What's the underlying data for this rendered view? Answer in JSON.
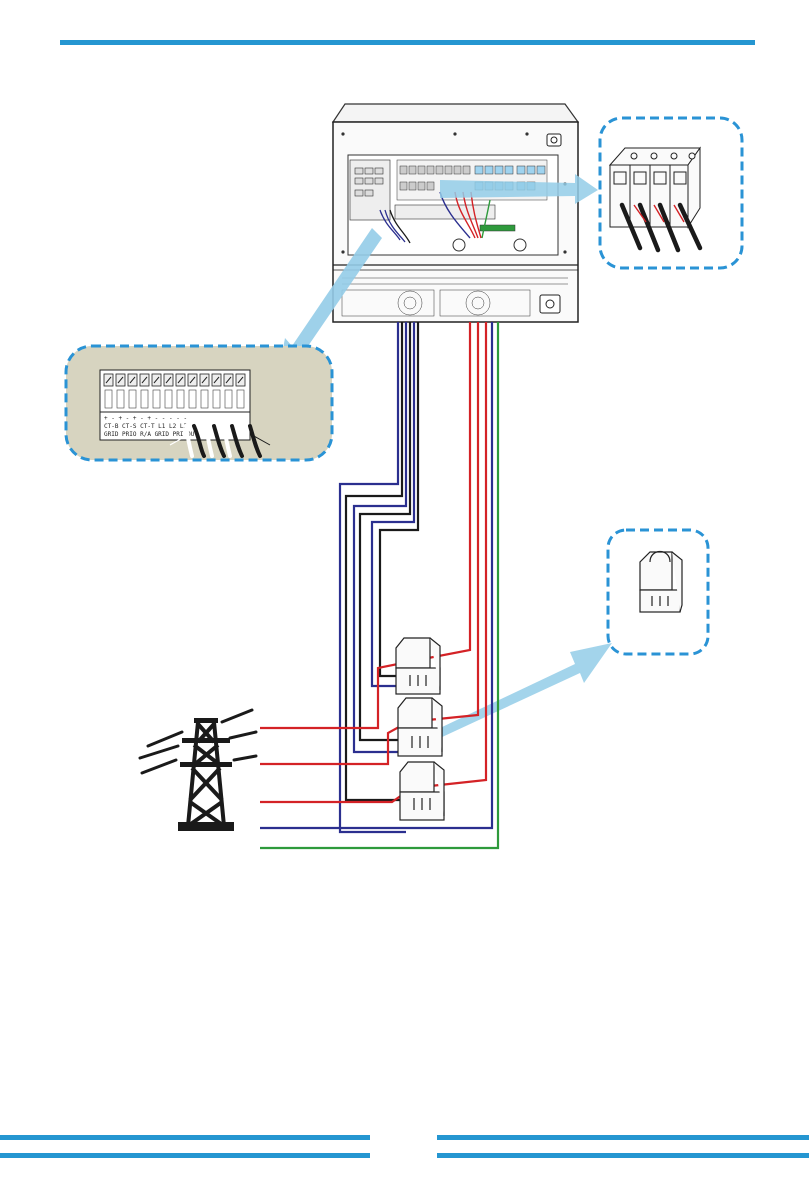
{
  "colors": {
    "accent_blue": "#2596d1",
    "callout_blue": "#2a93d5",
    "arrow_blue": "#93cce8",
    "panel_bg": "#d7d4c0",
    "wire_red": "#d42226",
    "wire_blue": "#2b2f8f",
    "wire_black": "#1a1a1a",
    "wire_green": "#2e9a3c"
  },
  "icons": {
    "inverter": "hybrid-inverter-icon",
    "breaker": "circuit-breaker-icon",
    "ct": "current-transformer-clamp-icon",
    "grid": "power-tower-icon"
  },
  "terminal_block": {
    "terminal_count": 12,
    "row_labels": [
      "+ - + - + - + - - - - -",
      "CT-B  CT-S  CT-T  L1 L2 L3",
      "GRID  PRIO  R/A  GRID  PRI  OUT"
    ]
  },
  "diagram_cable_labels": {
    "ct_wire_count": 6,
    "phase_wire_count": 3
  }
}
